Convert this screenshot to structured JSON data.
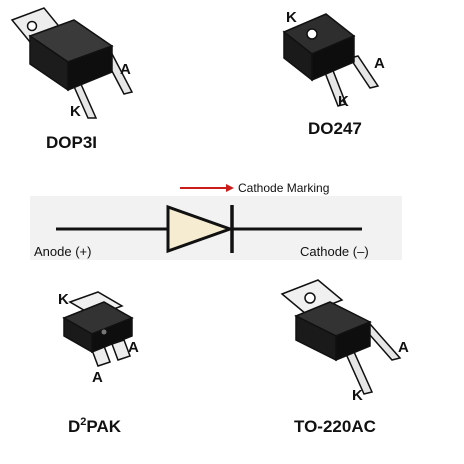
{
  "packages": {
    "dop3i": {
      "name": "DOP3I",
      "pin_a": "A",
      "pin_k": "K"
    },
    "do247": {
      "name": "DO247",
      "pin_a": "A",
      "pin_k_top": "K",
      "pin_k_bottom": "K"
    },
    "d2pak": {
      "name_prefix": "D",
      "name_sup": "2",
      "name_suffix": "PAK",
      "pin_k": "K",
      "pin_a_left": "A",
      "pin_a_right": "A"
    },
    "to220ac": {
      "name": "TO-220AC",
      "pin_a": "A",
      "pin_k": "K"
    }
  },
  "symbol": {
    "anode_label": "Anode (+)",
    "cathode_label": "Cathode (–)",
    "cathode_marking_label": "Cathode Marking"
  },
  "colors": {
    "arrow": "#cc1b1b",
    "body": "#1a1a1a",
    "band": "#d9d9d9",
    "diode_fill": "#f5ecd2"
  }
}
